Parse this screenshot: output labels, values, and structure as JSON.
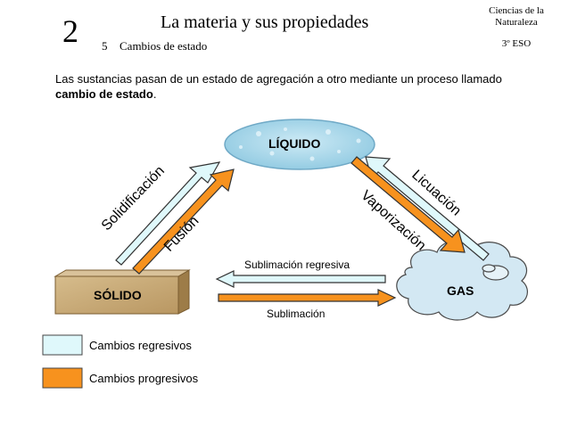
{
  "header": {
    "unit_number": "2",
    "title": "La materia y sus propiedades",
    "section_number": "5",
    "section_title": "Cambios de estado",
    "subject_line1": "Ciencias de la",
    "subject_line2": "Naturaleza",
    "grade": "3º ESO"
  },
  "intro": {
    "text_part1": "Las sustancias pasan de un estado de agregación a otro mediante un proceso llamado ",
    "text_bold": "cambio de estado",
    "text_part2": "."
  },
  "diagram": {
    "liquid_label": "LÍQUIDO",
    "solid_label": "SÓLIDO",
    "gas_label": "GAS",
    "solidification": "Solidificación",
    "fusion": "Fusión",
    "liquefaction": "Licuación",
    "vaporization": "Vaporización",
    "reverse_sublimation": "Sublimación regresiva",
    "sublimation": "Sublimación"
  },
  "legend": {
    "regressive_label": "Cambios regresivos",
    "progressive_label": "Cambios progresivos"
  },
  "colors": {
    "regressive": "#dff8fb",
    "progressive": "#f7921e",
    "liquid": "#a9d8ea",
    "gas": "#d3e8f3",
    "solid": "#c8ab7a"
  }
}
